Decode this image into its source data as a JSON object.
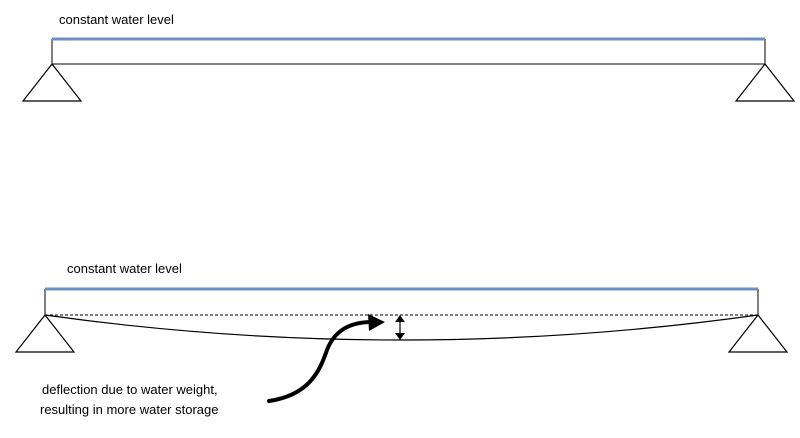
{
  "top_diagram": {
    "water_level_label": "constant water level"
  },
  "bottom_diagram": {
    "water_level_label": "constant water level",
    "annotation_line1": "deflection due to water weight,",
    "annotation_line2": "resulting in more water storage"
  },
  "colors": {
    "water_line": "#6f8fc1",
    "structure": "#000000",
    "background": "#ffffff"
  }
}
